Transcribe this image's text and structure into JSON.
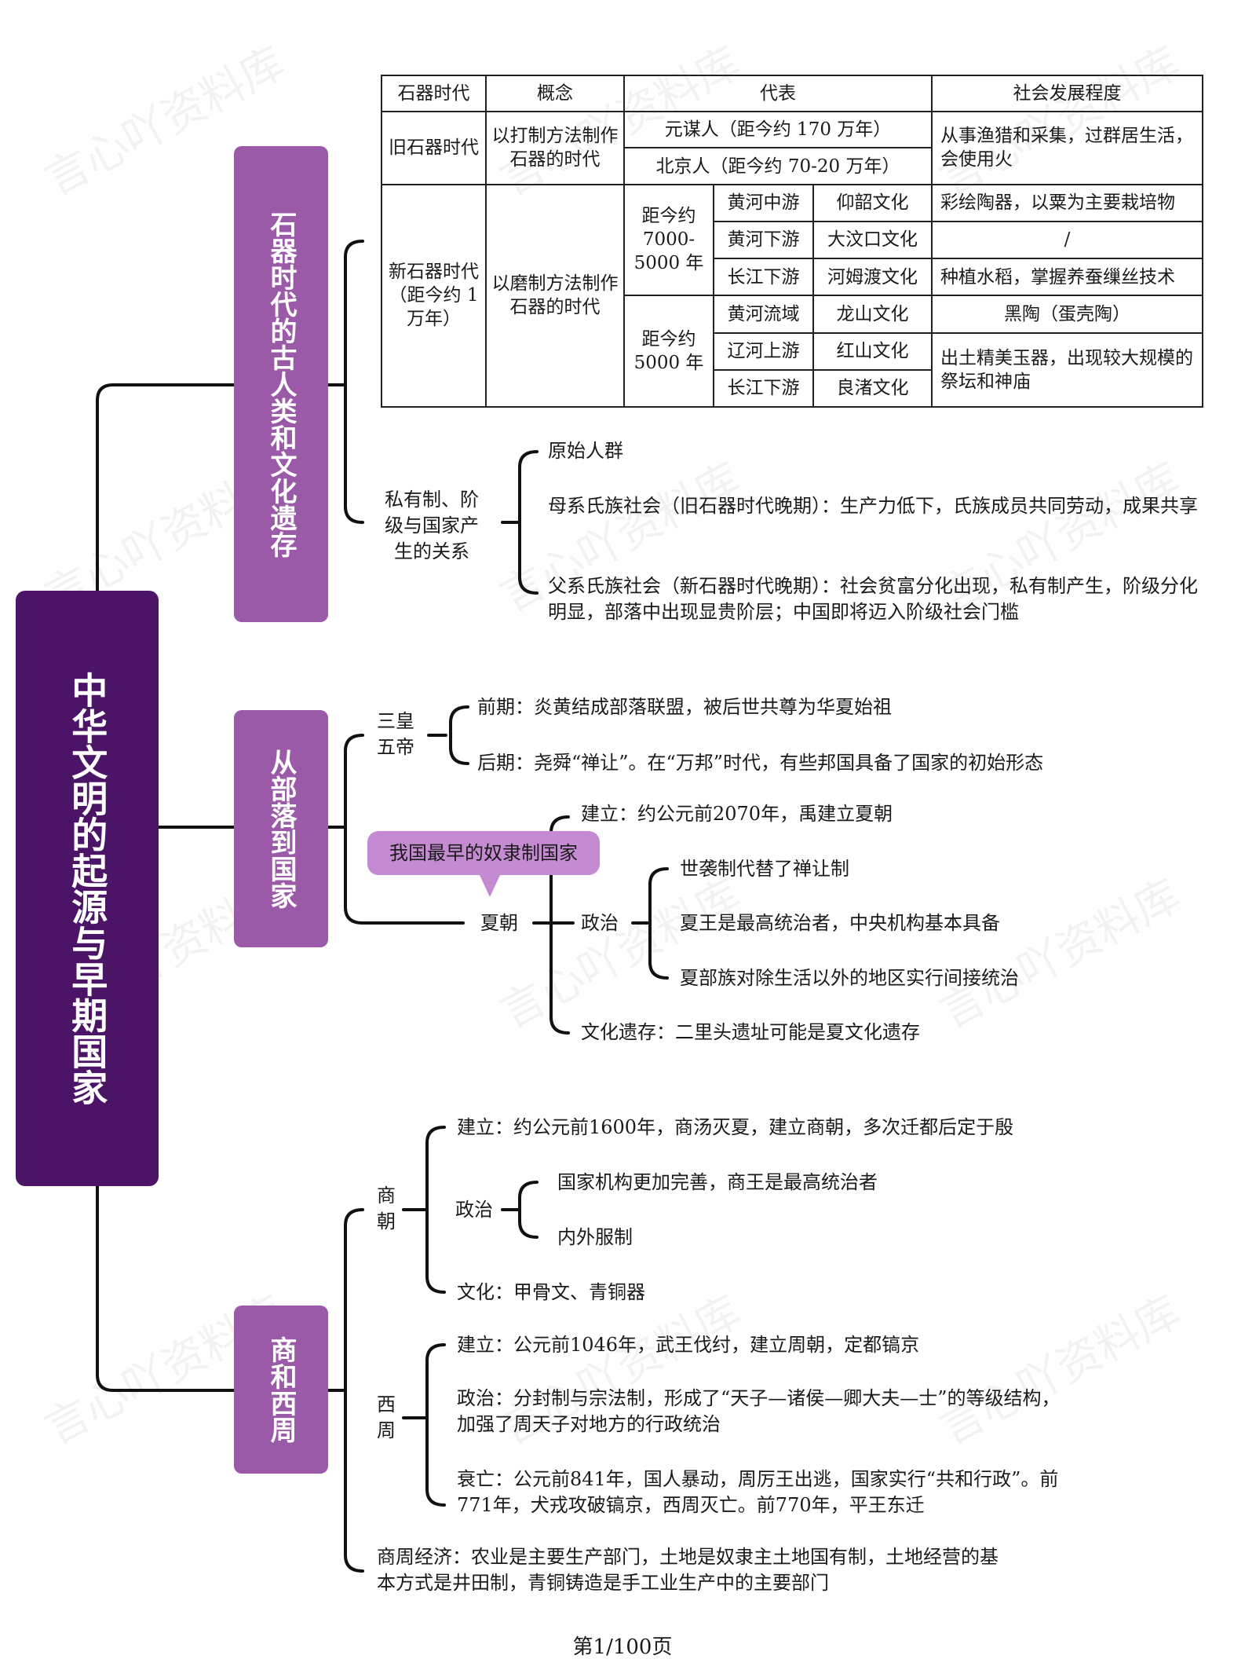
{
  "watermark": "言心吖资料库",
  "root": "中华文明的起源与早期国家",
  "colors": {
    "root": "#4b1466",
    "branch": "#9b5aa8",
    "callout": "#c58bd2"
  },
  "branch1": {
    "title": "石器时代的古人类和文化遗存",
    "table": {
      "headers": [
        "石器时代",
        "概念",
        "代表",
        "社会发展程度"
      ],
      "old_era": "旧石器时代",
      "old_concept": "以打制方法制作石器的时代",
      "old_rep1": "元谋人（距今约 170 万年）",
      "old_rep2": "北京人（距今约 70-20 万年）",
      "old_dev": "从事渔猎和采集，过群居生活，会使用火",
      "new_era": "新石器时代（距今约 1 万年）",
      "new_concept": "以磨制方法制作石器的时代",
      "period1": "距今约 7000-5000 年",
      "period2": "距今约 5000 年",
      "rows": [
        {
          "region": "黄河中游",
          "culture": "仰韶文化",
          "dev": "彩绘陶器，以粟为主要栽培物"
        },
        {
          "region": "黄河下游",
          "culture": "大汶口文化",
          "dev": "/"
        },
        {
          "region": "长江下游",
          "culture": "河姆渡文化",
          "dev": "种植水稻，掌握养蚕缫丝技术"
        },
        {
          "region": "黄河流域",
          "culture": "龙山文化",
          "dev": "黑陶（蛋壳陶）"
        },
        {
          "region": "辽河上游",
          "culture": "红山文化",
          "dev": "出土精美玉器，出现较大规模的祭坛和神庙"
        },
        {
          "region": "长江下游",
          "culture": "良渚文化"
        }
      ]
    },
    "society_label": "私有制、阶级与国家产生的关系",
    "society_items": [
      "原始人群",
      "母系氏族社会（旧石器时代晚期）：生产力低下，氏族成员共同劳动，成果共享",
      "父系氏族社会（新石器时代晚期）：社会贫富分化出现，私有制产生，阶级分化明显，部落中出现显贵阶层；中国即将迈入阶级社会门槛"
    ]
  },
  "branch2": {
    "title": "从部落到国家",
    "sanhuang_label": "三皇五帝",
    "sanhuang_items": [
      "前期：炎黄结成部落联盟，被后世共尊为华夏始祖",
      "后期：尧舜“禅让”。在“万邦”时代，有些邦国具备了国家的初始形态"
    ],
    "callout": "我国最早的奴隶制国家",
    "xia_label": "夏朝",
    "xia_found": "建立：约公元前2070年，禹建立夏朝",
    "xia_politics_label": "政治",
    "xia_politics": [
      "世袭制代替了禅让制",
      "夏王是最高统治者，中央机构基本具备",
      "夏部族对除生活以外的地区实行间接统治"
    ],
    "xia_culture": "文化遗存：二里头遗址可能是夏文化遗存"
  },
  "branch3": {
    "title": "商和西周",
    "shang_label": "商朝",
    "shang_found": "建立：约公元前1600年，商汤灭夏，建立商朝，多次迁都后定于殷",
    "shang_politics_label": "政治",
    "shang_politics": [
      "国家机构更加完善，商王是最高统治者",
      "内外服制"
    ],
    "shang_culture": "文化：甲骨文、青铜器",
    "zhou_label": "西周",
    "zhou_found": "建立：公元前1046年，武王伐纣，建立周朝，定都镐京",
    "zhou_politics": "政治：分封制与宗法制，形成了“天子—诸侯—卿大夫—士”的等级结构，加强了周天子对地方的行政统治",
    "zhou_decline": "衰亡：公元前841年，国人暴动，周厉王出逃，国家实行“共和行政”。前771年，犬戎攻破镐京，西周灭亡。前770年，平王东迁",
    "economy": "商周经济：农业是主要生产部门，土地是奴隶主土地国有制，土地经营的基本方式是井田制，青铜铸造是手工业生产中的主要部门"
  },
  "footer": "第1/100页"
}
